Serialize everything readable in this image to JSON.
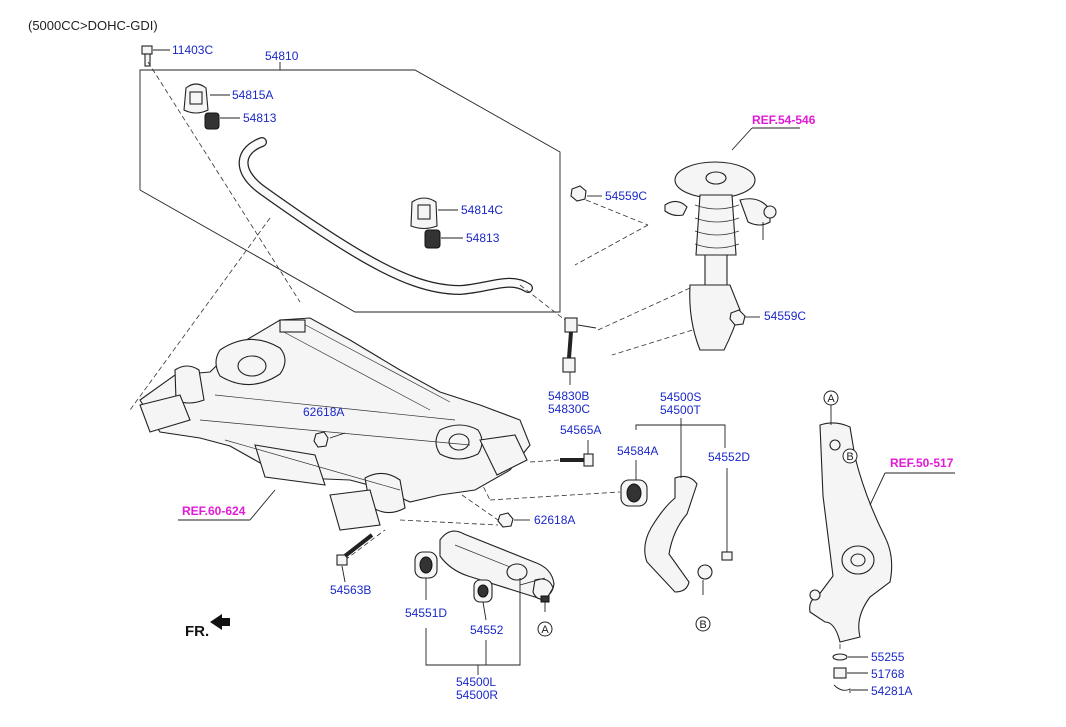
{
  "header": {
    "engine_spec": "(5000CC>DOHC-GDI)"
  },
  "parts": {
    "p11403C": "11403C",
    "p54810": "54810",
    "p54815A": "54815A",
    "p54813_a": "54813",
    "p54814C": "54814C",
    "p54813_b": "54813",
    "p54559C_a": "54559C",
    "p54559C_b": "54559C",
    "p54830B": "54830B",
    "p54830C": "54830C",
    "p62618A_a": "62618A",
    "p62618A_b": "62618A",
    "p54565A": "54565A",
    "p54500S": "54500S",
    "p54500T": "54500T",
    "p54584A": "54584A",
    "p54552D": "54552D",
    "p54563B": "54563B",
    "p54551D": "54551D",
    "p54552": "54552",
    "p54500L": "54500L",
    "p54500R": "54500R",
    "p55255": "55255",
    "p51768": "51768",
    "p54281A": "54281A"
  },
  "refs": {
    "ref54546": "REF.54-546",
    "ref50517": "REF.50-517",
    "ref60624": "REF.60-624"
  },
  "markers": {
    "a": "A",
    "b": "B"
  },
  "orientation": {
    "fr": "FR."
  },
  "colors": {
    "part_label": "#1a28c8",
    "ref_label": "#e01ad6",
    "line": "#222222"
  }
}
